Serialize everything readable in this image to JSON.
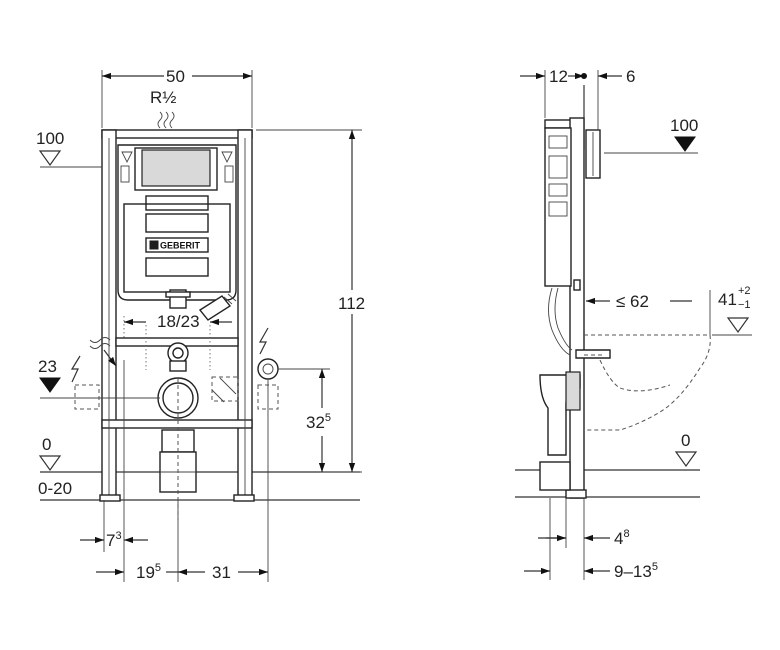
{
  "front_view": {
    "width_label": "50",
    "connection_label": "R½",
    "brand": "GEBERIT",
    "height_label": "112",
    "actuator_label": "18/23",
    "level_top_label": "100",
    "level_mid_label": "23",
    "level_floor_label": "0",
    "floor_range_label": "0-20",
    "drain_height_base": "32",
    "drain_height_sup": "5",
    "bottom_left_base": "7",
    "bottom_left_sup": "3",
    "bottom_mid_base": "19",
    "bottom_mid_sup": "5",
    "bottom_right_label": "31"
  },
  "side_view": {
    "depth_left_label": "12",
    "depth_right_label": "6",
    "level_top_label": "100",
    "bowl_depth_label": "≤ 62",
    "bowl_height_base": "41",
    "bowl_height_tol_plus": "+2",
    "bowl_height_tol_minus": "−1",
    "level_floor_label": "0",
    "bottom_top_base": "4",
    "bottom_top_sup": "8",
    "bottom_range_prefix": "9–13",
    "bottom_range_sup": "5"
  }
}
